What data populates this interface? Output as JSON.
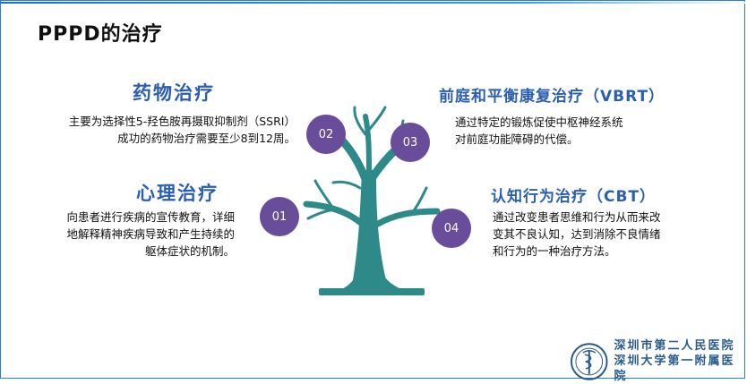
{
  "page": {
    "title": "PPPD的治疗"
  },
  "sections": {
    "drug": {
      "heading": "药物治疗",
      "text": "主要为选择性5-羟色胺再摄取抑制剂（SSRI）\n成功的药物治疗需要至少8到12周。"
    },
    "psych": {
      "heading": "心理治疗",
      "text": "向患者进行疾病的宣传教育，详细\n地解释精神疾病导致和产生持续的\n躯体症状的机制。"
    },
    "vbrt": {
      "heading": "前庭和平衡康复治疗（VBRT）",
      "text": "通过特定的锻炼促使中枢神经系统\n对前庭功能障碍的代偿。"
    },
    "cbt": {
      "heading": "认知行为治疗（CBT）",
      "text": "通过改变患者思维和行为从而来改\n变其不良认知，达到消除不良情绪\n和行为的一种治疗方法。"
    }
  },
  "bubbles": {
    "b01": "01",
    "b02": "02",
    "b03": "03",
    "b04": "04"
  },
  "logo": {
    "line1": "深圳市第二人民医院",
    "line2": "深圳大学第一附属医院"
  },
  "colors": {
    "heading": "#2a5fb0",
    "tree": "#2e8a88",
    "bubble": "#6a4d9a",
    "border": "#2b7fcf"
  }
}
